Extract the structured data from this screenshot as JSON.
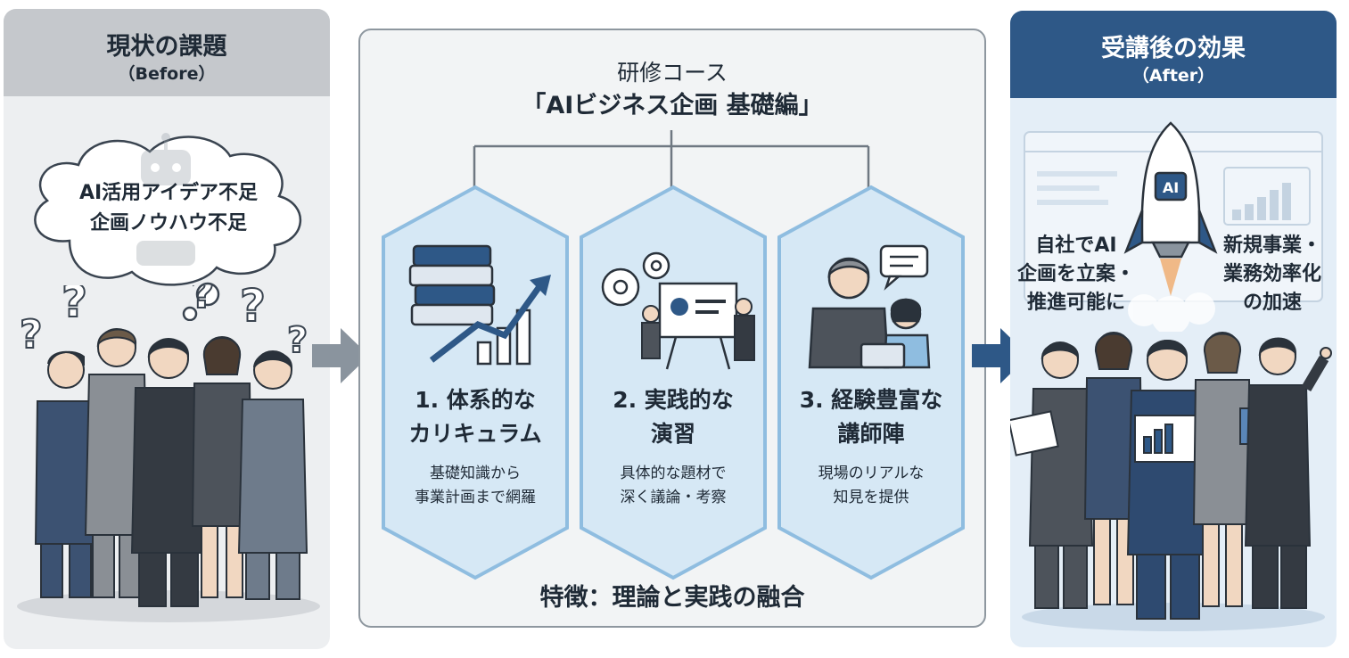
{
  "before": {
    "title": "現状の課題",
    "subtitle": "（Before）",
    "thought_line1": "AI活用アイデア不足",
    "thought_line2": "企画ノウハウ不足"
  },
  "course": {
    "title_line1": "研修コース",
    "title_line2": "「AIビジネス企画 基礎編」",
    "features": [
      {
        "title_line1": "1. 体系的な",
        "title_line2": "カリキュラム",
        "desc_line1": "基礎知識から",
        "desc_line2": "事業計画まで網羅",
        "icon": "books-growth-chart-icon"
      },
      {
        "title_line1": "2. 実践的な",
        "title_line2": "演習",
        "desc_line1": "具体的な題材で",
        "desc_line2": "深く議論・考察",
        "icon": "gears-presentation-icon"
      },
      {
        "title_line1": "3. 経験豊富な",
        "title_line2": "講師陣",
        "desc_line1": "現場のリアルな",
        "desc_line2": "知見を提供",
        "icon": "instructor-student-icon"
      }
    ],
    "footer": "特徴：理論と実践の融合"
  },
  "after": {
    "title": "受講後の効果",
    "subtitle": "（After）",
    "rocket_label": "AI",
    "effect_left_line1": "自社でAI",
    "effect_left_line2": "企画を立案・",
    "effect_left_line3": "推進可能に",
    "effect_right_line1": "新規事業・",
    "effect_right_line2": "業務効率化",
    "effect_right_line3": "の加速"
  },
  "colors": {
    "before_header": "#c5c8cc",
    "before_bg": "#edeff1",
    "after_header": "#2e5887",
    "after_bg": "#e4eef7",
    "hex_fill": "#d6e8f5",
    "hex_border": "#8fbde0",
    "arrow_gray": "#8a949e",
    "arrow_blue": "#2e5887"
  }
}
